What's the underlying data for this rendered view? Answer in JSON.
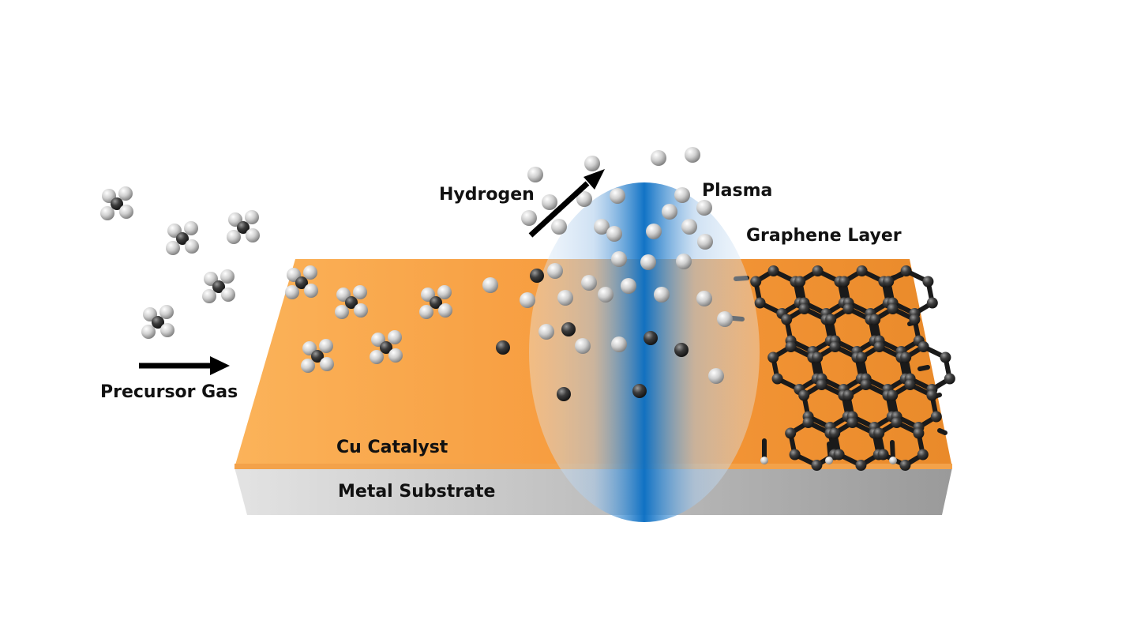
{
  "labels": {
    "precursor_gas": "Precursor Gas",
    "hydrogen": "Hydrogen",
    "plasma": "Plasma",
    "graphene_layer": "Graphene Layer",
    "cu_catalyst": "Cu Catalyst",
    "metal_substrate": "Metal Substrate"
  },
  "colors": {
    "background": "#ffffff",
    "cu_catalyst_light": "#fbb35a",
    "cu_catalyst_dark": "#e98a2a",
    "cu_edge": "#f3a24a",
    "substrate_light": "#e3e3e3",
    "substrate_dark": "#9a9a9a",
    "plasma_blue": "#0a6fc4",
    "hydrogen_atom": "#cfcfcf",
    "carbon_atom": "#3c3c3c",
    "arrow": "#000000",
    "label_text": "#111111"
  },
  "icons": {
    "precursor_molecule": "methane-molecule-icon",
    "hydrogen_atom": "hydrogen-atom-icon",
    "carbon_atom": "carbon-atom-icon",
    "flow_arrow": "arrow-right-icon",
    "release_arrow": "arrow-up-right-icon"
  }
}
